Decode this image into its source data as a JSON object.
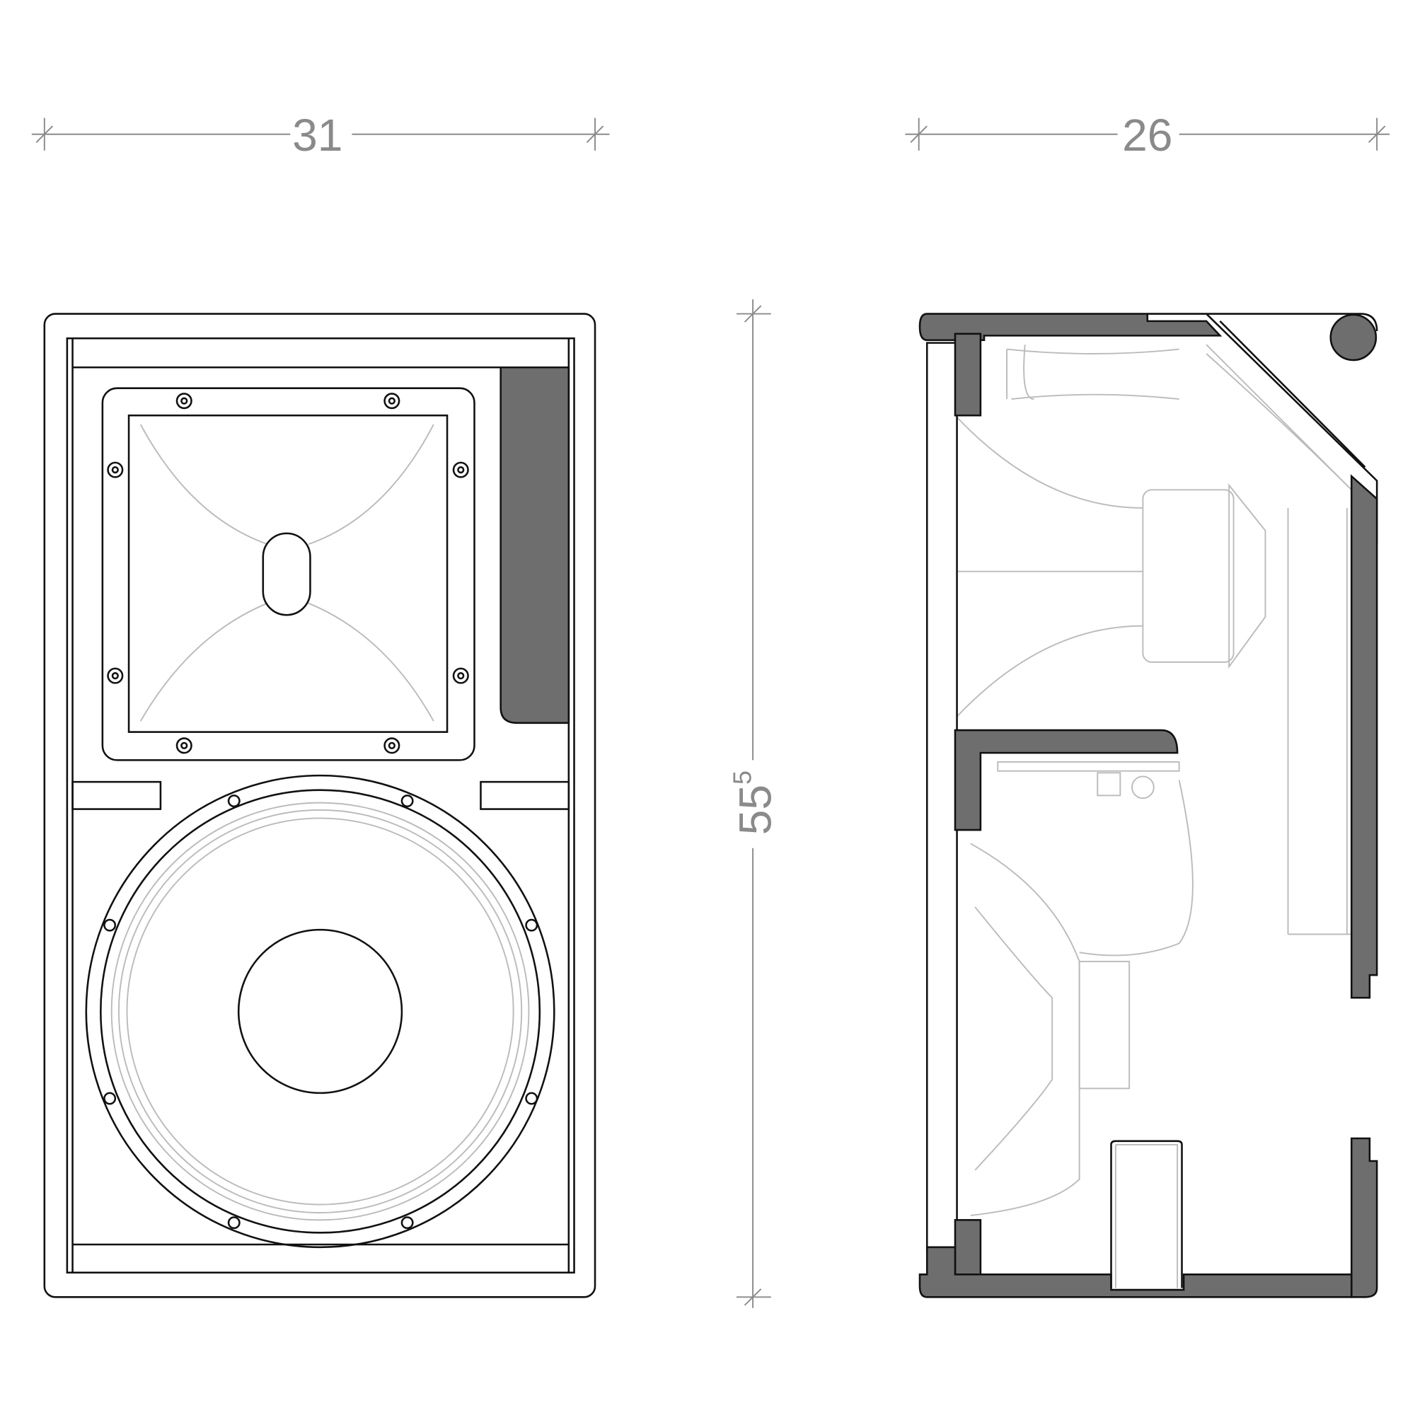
{
  "dimensions": {
    "front_width": "31",
    "side_depth": "26",
    "height_main": "55",
    "height_sup": "5"
  },
  "colors": {
    "cabinet_section": "#6e6e6e",
    "dimension_text": "#8a8a8a",
    "line": "#111111",
    "hidden_line": "#bbbbbb"
  }
}
